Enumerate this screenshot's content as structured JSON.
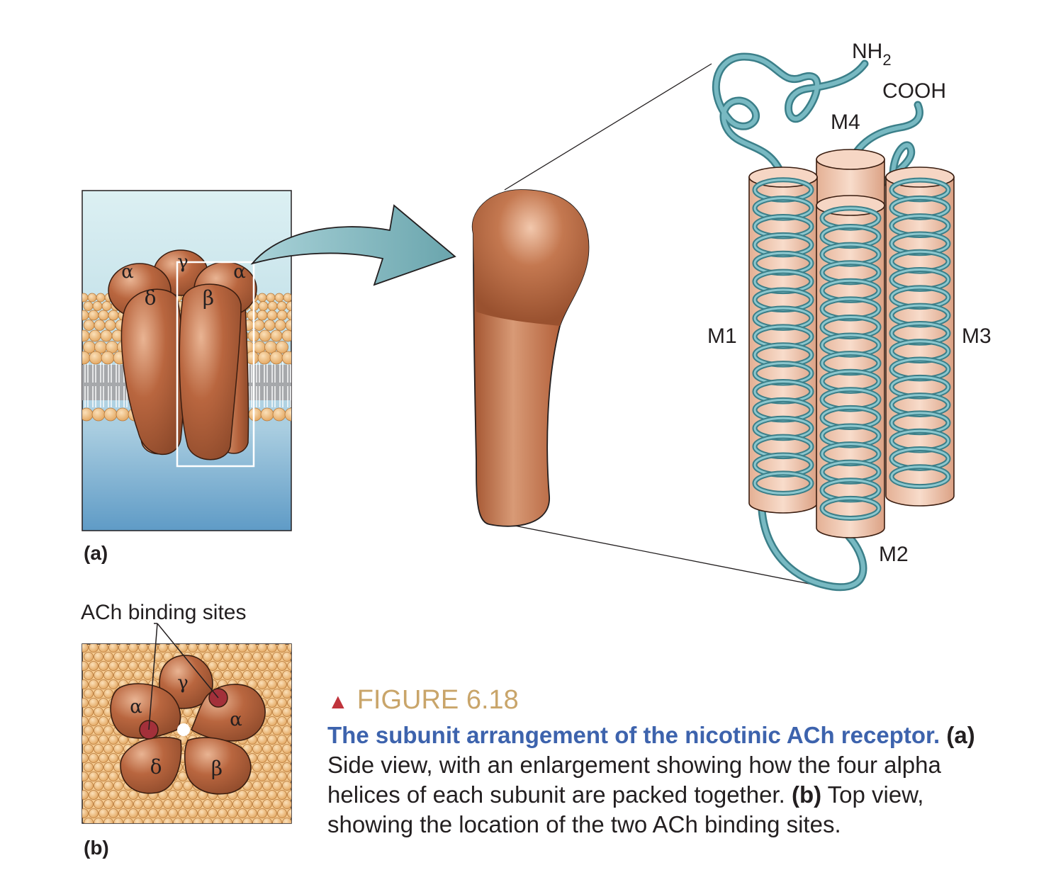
{
  "panel_a": {
    "tag": "(a)",
    "subunits": {
      "gamma": "γ",
      "alpha_left": "α",
      "alpha_right": "α",
      "delta": "δ",
      "beta": "β"
    }
  },
  "helices": {
    "nh2": "NH",
    "nh2_sub": "2",
    "cooh": "COOH",
    "m1": "M1",
    "m2": "M2",
    "m3": "M3",
    "m4": "M4"
  },
  "panel_b": {
    "tag": "(b)",
    "binding_label": "ACh binding sites",
    "subunits": {
      "gamma": "γ",
      "alpha_left": "α",
      "alpha_right": "α",
      "delta": "δ",
      "beta": "β"
    }
  },
  "caption": {
    "figure_number": "FIGURE 6.18",
    "title": "The subunit arrangement of the nicotinic ACh receptor.",
    "part_a_tag": "(a)",
    "part_a_text": " Side view, with an enlargement showing how the four alpha helices of each subunit are packed together.",
    "part_b_tag": "(b)",
    "part_b_text": " Top view, showing the location of the two ACh binding sites."
  },
  "colors": {
    "protein": "#b8643c",
    "helix_ribbon": "#5aa3ae",
    "cylinder": "#f1c6ae",
    "lipid_head": "#eab070",
    "water_top": "#cfe8ee",
    "water_bottom": "#5f9bc6",
    "caption_title": "#3d63ad",
    "figure_number": "#c9a56a",
    "triangle": "#c0343c",
    "binding_site": "#a3303a"
  }
}
